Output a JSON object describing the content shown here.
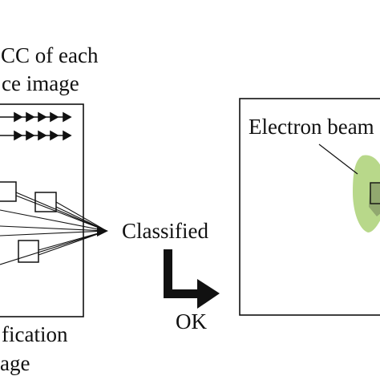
{
  "labels": {
    "top_line1": "CC of each",
    "top_line2": "ce image",
    "classified": "Classified",
    "ok": "OK",
    "electron_beam": "Electron beam",
    "bottom_line1": "fication",
    "bottom_line2": "age"
  },
  "colors": {
    "stroke": "#111111",
    "beam_fill": "#b8d88a",
    "beam_overlap": "#8aa06a",
    "background": "#ffffff"
  },
  "icons": {
    "scan_arrows": "right-arrow-row",
    "flow_arrow": "bent-arrow-right"
  }
}
